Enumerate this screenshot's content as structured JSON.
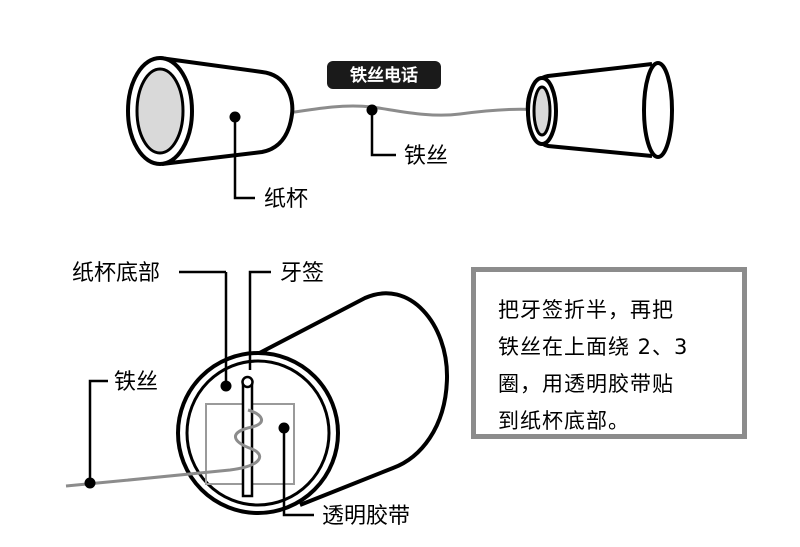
{
  "title": "铁丝电话",
  "labels": {
    "cup": "纸杯",
    "wire_top": "铁丝",
    "cup_bottom": "纸杯底部",
    "toothpick": "牙签",
    "wire_bottom": "铁丝",
    "tape": "透明胶带"
  },
  "note": {
    "text": "把牙签折半，再把\n铁丝在上面绕 2、3\n圈，用透明胶带贴\n到纸杯底部。"
  },
  "colors": {
    "outline": "#000000",
    "wire": "#8c8c8c",
    "cup_inner": "#d9d9d9",
    "title_bg": "#1a1a1a",
    "note_border": "#8c8c8c"
  }
}
